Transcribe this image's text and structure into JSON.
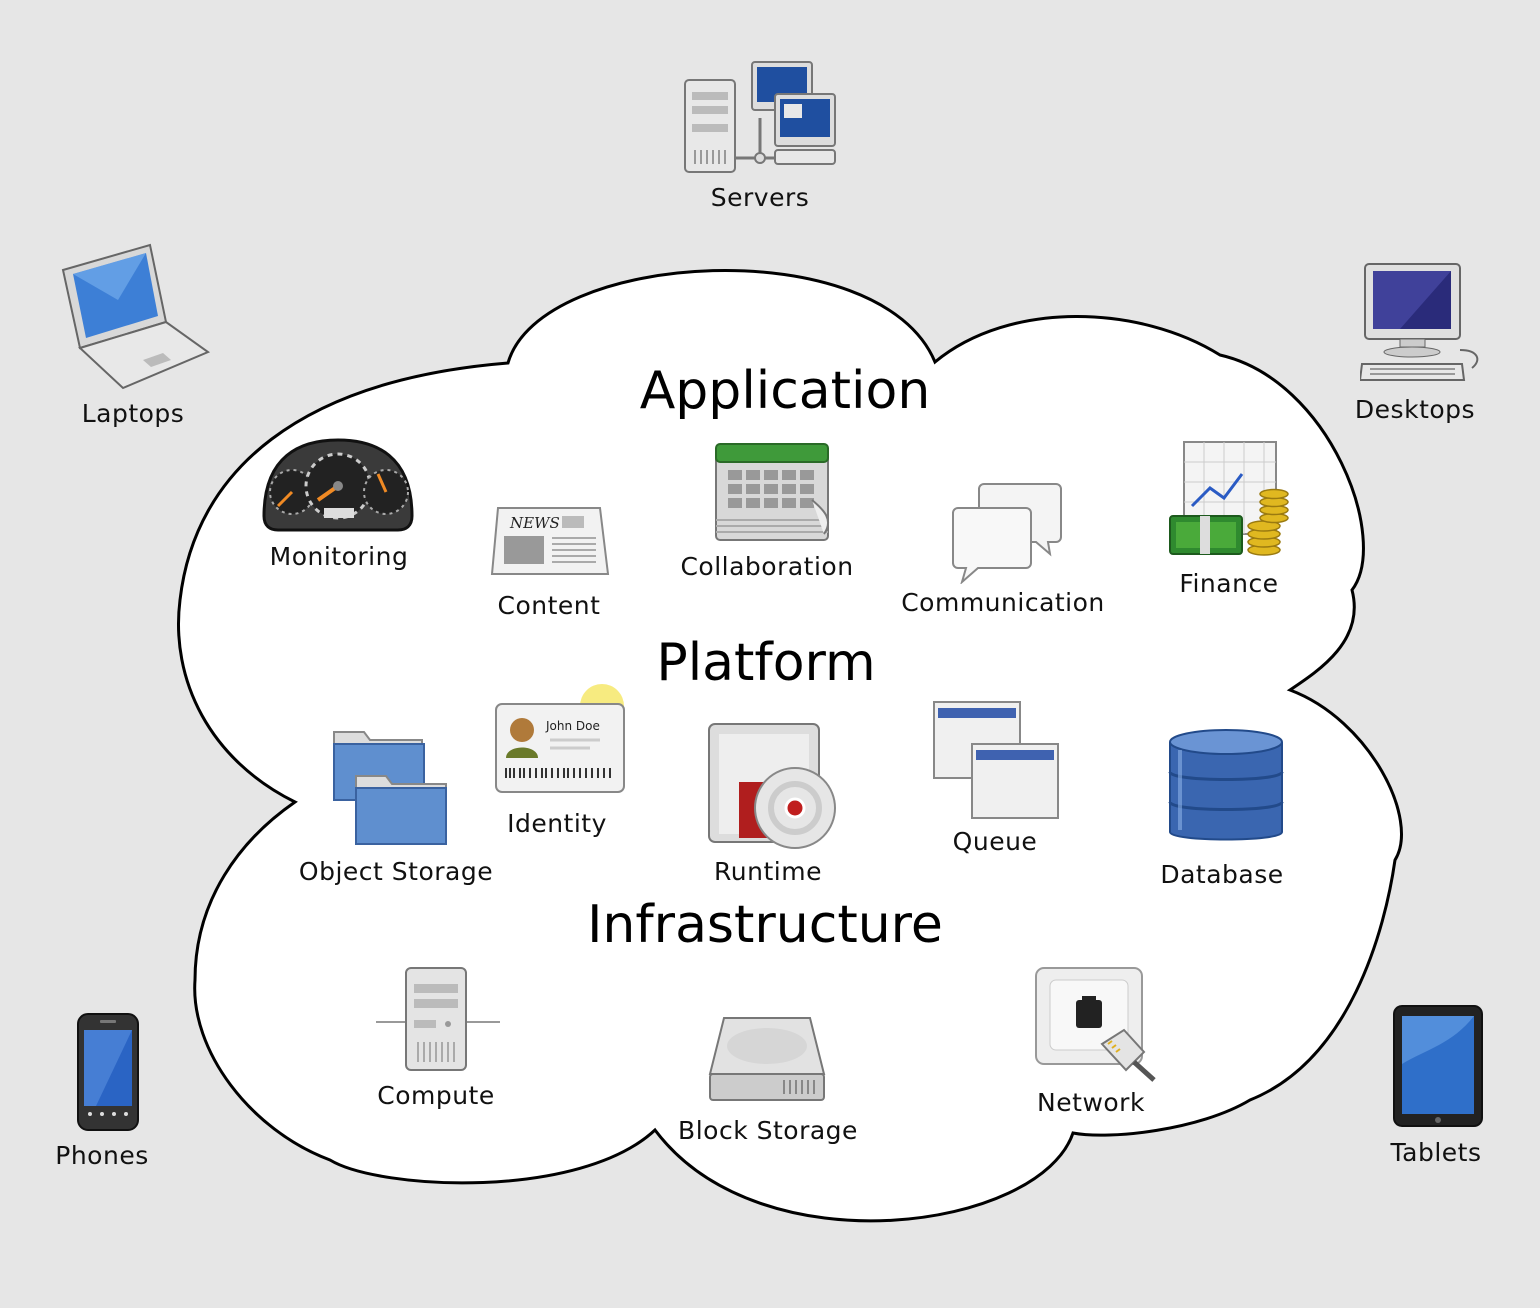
{
  "diagram": {
    "layers": {
      "application": "Application",
      "platform": "Platform",
      "infrastructure": "Infrastructure"
    },
    "devices": {
      "servers": "Servers",
      "laptops": "Laptops",
      "desktops": "Desktops",
      "phones": "Phones",
      "tablets": "Tablets"
    },
    "application_items": {
      "monitoring": "Monitoring",
      "content": "Content",
      "collaboration": "Collaboration",
      "communication": "Communication",
      "finance": "Finance"
    },
    "platform_items": {
      "object_storage": "Object Storage",
      "identity": "Identity",
      "runtime": "Runtime",
      "queue": "Queue",
      "database": "Database"
    },
    "infrastructure_items": {
      "compute": "Compute",
      "block_storage": "Block Storage",
      "network": "Network"
    },
    "icon_text": {
      "news": "NEWS",
      "id_name": "John Doe"
    },
    "colors": {
      "background": "#e6e6e6",
      "cloud_fill": "#ffffff",
      "cloud_stroke": "#000000",
      "icon_blue": "#3b68b5",
      "calendar_green": "#3f9a3a"
    }
  }
}
